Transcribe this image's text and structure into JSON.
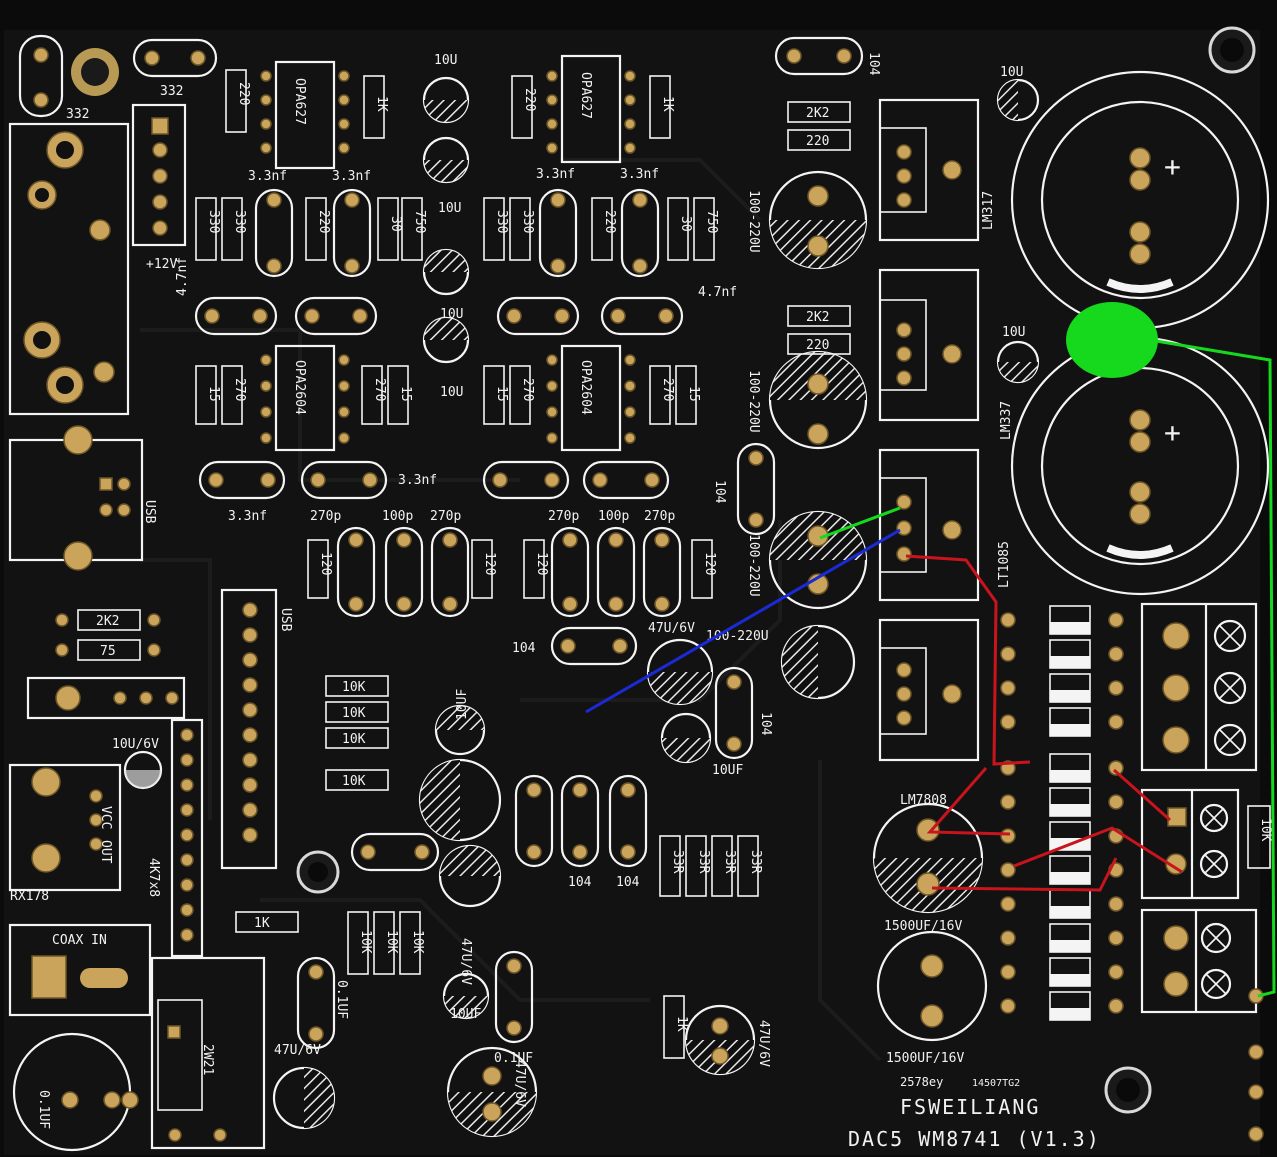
{
  "board": {
    "title": "FSWEILIANG",
    "model": "DAC5 WM8741 (V1.3)",
    "batch": "2578ey",
    "batch_code": "14507TG2",
    "input_label": "COAX IN",
    "output_label": "OUT",
    "vcc_label": "VCC",
    "usb_label": "USB",
    "rx_label": "RX178",
    "supply_label": "+12V"
  },
  "ics": [
    {
      "name": "OPA627"
    },
    {
      "name": "OPA627"
    },
    {
      "name": "OPA2604"
    },
    {
      "name": "OPA2604"
    }
  ],
  "regulators": [
    "LM317",
    "LM337",
    "LT1085",
    "LM7808"
  ],
  "caps": {
    "big_a": "1500UF/16V",
    "big_b": "1500UF/16V",
    "elec_a": "100-220U",
    "elec_b": "100-220U",
    "elec_c": "100-220U",
    "elec_d": "100-220U",
    "c10u": "10U",
    "c10uf": "10UF",
    "c47u": "47U/6V",
    "c10u6v": "10U/6V",
    "c01uf": "0.1UF",
    "c104": "104",
    "c332": "332",
    "c33n": "3.3nf",
    "c47n": "4.7nf",
    "c270p": "270p",
    "c100p": "100p"
  },
  "resistors": {
    "r2k2": "2K2",
    "r220": "220",
    "r1k": "1K",
    "r330": "330",
    "r30": "30",
    "r750": "750",
    "r15": "15",
    "r270": "270",
    "r120": "120",
    "r10k": "10K",
    "r75": "75",
    "r33r": "33R",
    "r4k7": "4K7x8",
    "r24w": "2W21"
  },
  "colors": {
    "annotation_green": "#16d81c",
    "annotation_blue": "#1a2bd6",
    "annotation_red": "#c8141c",
    "board": "#0b0b0b",
    "silkscreen": "#f4f4f4",
    "pad": "#c9a45a"
  }
}
